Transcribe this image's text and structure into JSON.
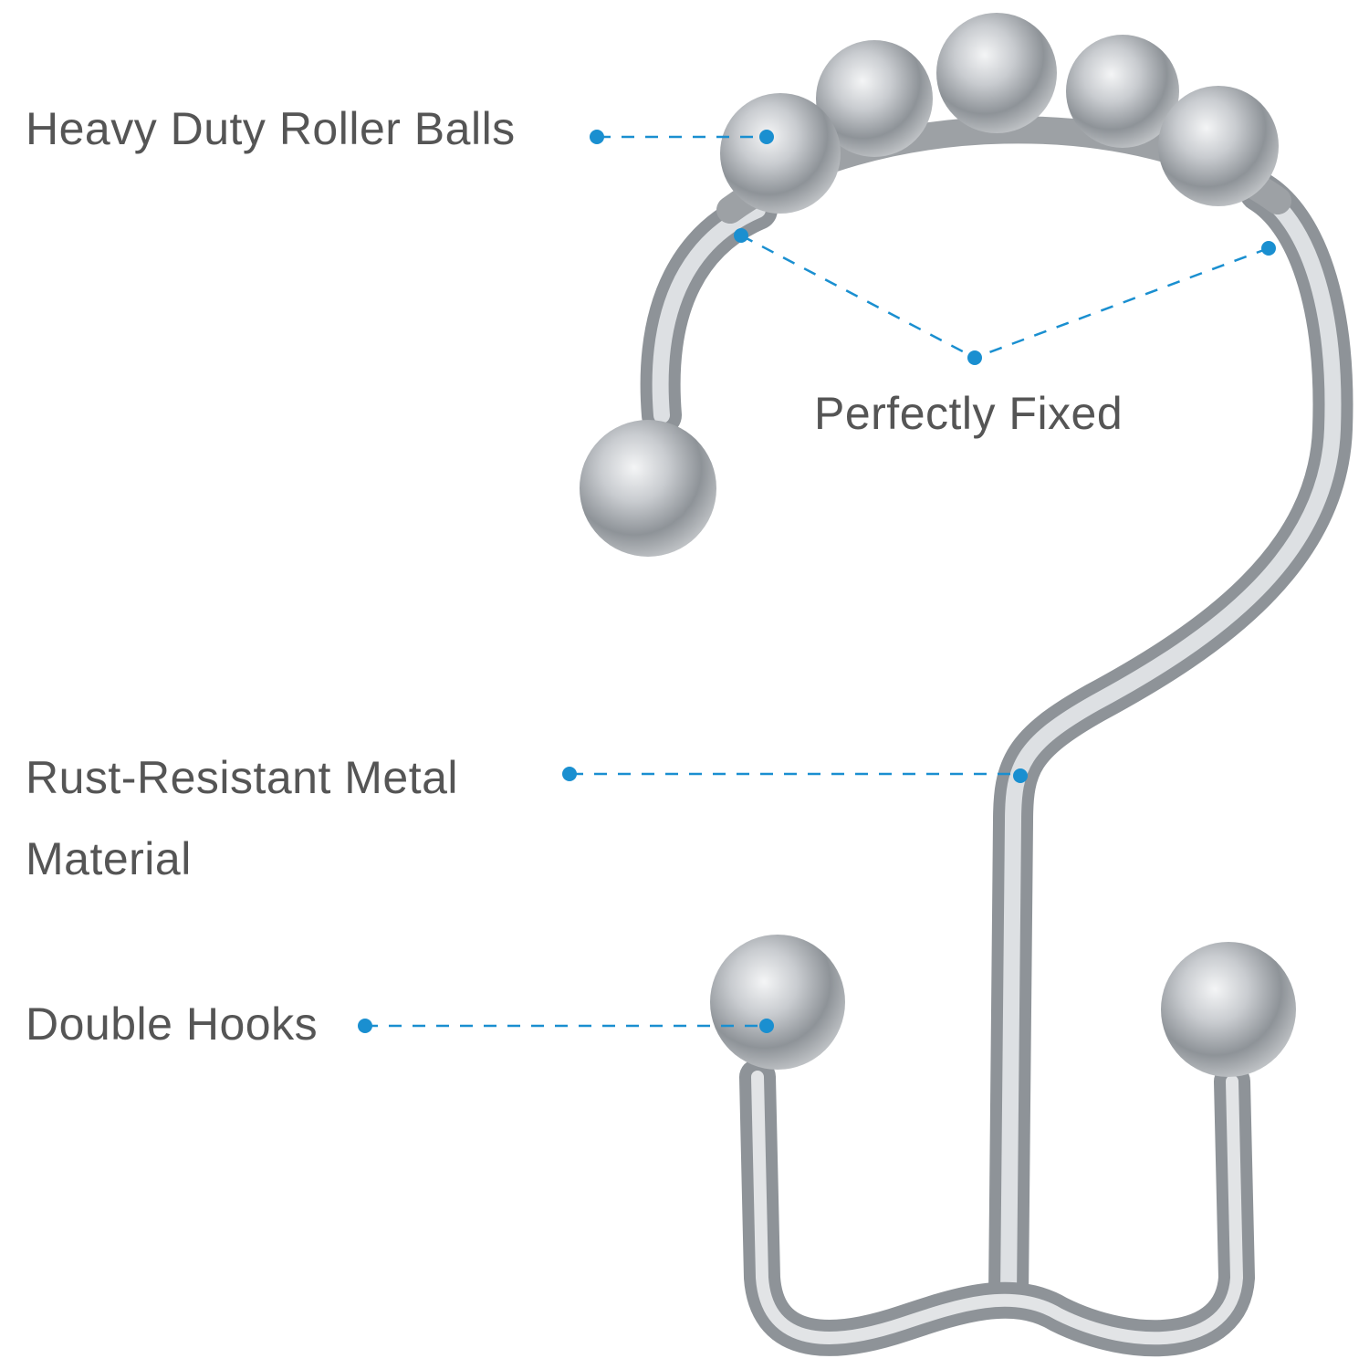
{
  "labels": {
    "roller_balls": "Heavy Duty Roller Balls",
    "fixed": "Perfectly Fixed",
    "material_line1": "Rust-Resistant Metal",
    "material_line2": "Material",
    "hooks": "Double Hooks"
  },
  "colors": {
    "accent": "#1a8fd0",
    "text": "#555555",
    "metal": "#b8bcc0"
  }
}
